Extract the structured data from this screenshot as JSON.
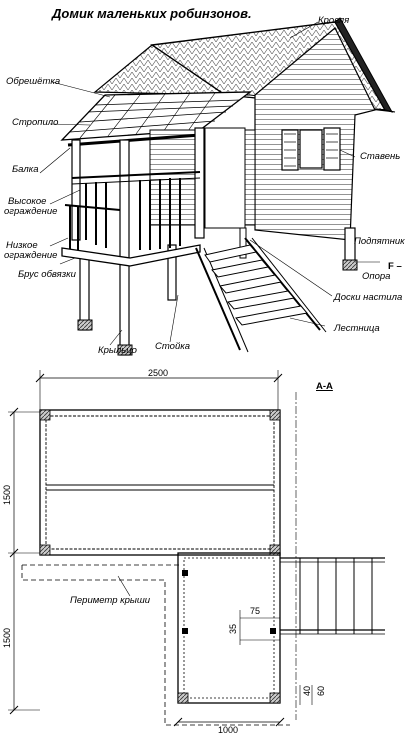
{
  "title": "Домик маленьких робинзонов.",
  "labels": {
    "roof": "Кровля",
    "lathing": "Обрешётка",
    "rafter": "Стропило",
    "beam": "Балка",
    "high_fence_1": "Высокое",
    "high_fence_2": "ограждение",
    "low_fence_1": "Низкое",
    "low_fence_2": "ограждение",
    "strapping": "Брус обвязки",
    "porch": "Крыльцо",
    "post": "Стойка",
    "shutter": "Ставень",
    "sub_beam": "Подпятник",
    "support": "Опора",
    "floor_boards": "Доски настила",
    "stairs": "Лестница",
    "section_mark": "F –",
    "section_aa": "А-А",
    "roof_perimeter": "Периметр крыши"
  },
  "dimensions": {
    "width_total": "2500",
    "height_upper": "1500",
    "height_lower": "1500",
    "porch_width": "1000",
    "d75": "75",
    "d35": "35",
    "d40": "40",
    "d60": "60"
  }
}
